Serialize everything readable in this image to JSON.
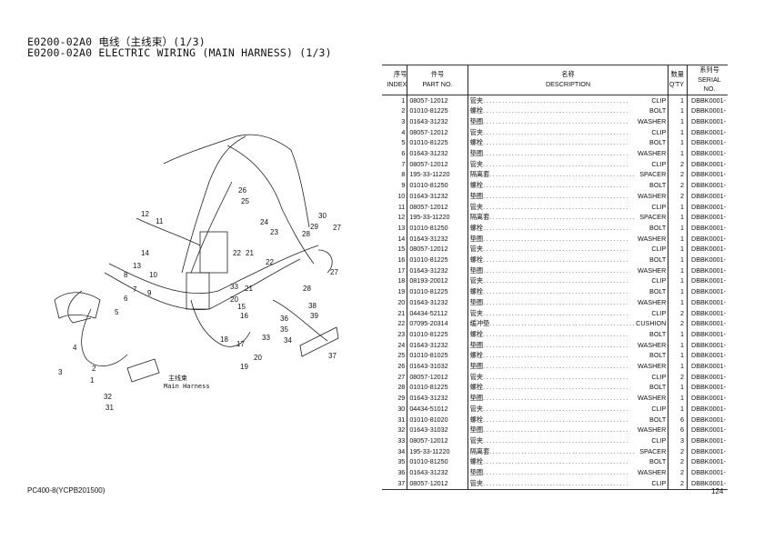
{
  "title_cn": "E0200-02A0 电线（主线束）(1/3)",
  "title_en": "E0200-02A0 ELECTRIC WIRING (MAIN HARNESS) (1/3)",
  "headers": {
    "index_cn": "序号",
    "index_en": "INDEX",
    "part_cn": "件号",
    "part_en": "PART NO.",
    "desc_cn": "名称",
    "desc_en": "DESCRIPTION",
    "qty_cn": "数量",
    "qty_en": "Q'TY",
    "serial_cn": "系列号",
    "serial_en": "SERIAL NO."
  },
  "rows": [
    [
      "1",
      "08057-12012",
      "管夹",
      "CLIP",
      "1",
      "DBBK0001-"
    ],
    [
      "2",
      "01010-81225",
      "螺栓",
      "BOLT",
      "1",
      "DBBK0001-"
    ],
    [
      "3",
      "01643-31232",
      "垫圈",
      "WASHER",
      "1",
      "DBBK0001-"
    ],
    [
      "4",
      "08057-12012",
      "管夹",
      "CLIP",
      "1",
      "DBBK0001-"
    ],
    [
      "5",
      "01010-81225",
      "螺栓",
      "BOLT",
      "1",
      "DBBK0001-"
    ],
    [
      "6",
      "01643-31232",
      "垫圈",
      "WASHER",
      "1",
      "DBBK0001-"
    ],
    [
      "7",
      "08057-12012",
      "管夹",
      "CLIP",
      "2",
      "DBBK0001-"
    ],
    [
      "8",
      "195-33-11220",
      "隔离套",
      "SPACER",
      "2",
      "DBBK0001-"
    ],
    [
      "9",
      "01010-81250",
      "螺栓",
      "BOLT",
      "2",
      "DBBK0001-"
    ],
    [
      "10",
      "01643-31232",
      "垫圈",
      "WASHER",
      "2",
      "DBBK0001-"
    ],
    [
      "11",
      "08057-12012",
      "管夹",
      "CLIP",
      "1",
      "DBBK0001-"
    ],
    [
      "12",
      "195-33-11220",
      "隔离套",
      "SPACER",
      "1",
      "DBBK0001-"
    ],
    [
      "13",
      "01010-81250",
      "螺栓",
      "BOLT",
      "1",
      "DBBK0001-"
    ],
    [
      "14",
      "01643-31232",
      "垫圈",
      "WASHER",
      "1",
      "DBBK0001-"
    ],
    [
      "15",
      "08057-12012",
      "管夹",
      "CLIP",
      "1",
      "DBBK0001-"
    ],
    [
      "16",
      "01010-81225",
      "螺栓",
      "BOLT",
      "1",
      "DBBK0001-"
    ],
    [
      "17",
      "01643-31232",
      "垫圈",
      "WASHER",
      "1",
      "DBBK0001-"
    ],
    [
      "18",
      "08193-20012",
      "管夹",
      "CLIP",
      "1",
      "DBBK0001-"
    ],
    [
      "19",
      "01010-81225",
      "螺栓",
      "BOLT",
      "1",
      "DBBK0001-"
    ],
    [
      "20",
      "01643-31232",
      "垫圈",
      "WASHER",
      "1",
      "DBBK0001-"
    ],
    [
      "21",
      "04434-52112",
      "管夹",
      "CLIP",
      "2",
      "DBBK0001-"
    ],
    [
      "22",
      "07095-20314",
      "缓冲垫",
      "CUSHION",
      "2",
      "DBBK0001-"
    ],
    [
      "23",
      "01010-81225",
      "螺栓",
      "BOLT",
      "1",
      "DBBK0001-"
    ],
    [
      "24",
      "01643-31232",
      "垫圈",
      "WASHER",
      "1",
      "DBBK0001-"
    ],
    [
      "25",
      "01010-81025",
      "螺栓",
      "BOLT",
      "1",
      "DBBK0001-"
    ],
    [
      "26",
      "01643-31032",
      "垫圈",
      "WASHER",
      "1",
      "DBBK0001-"
    ],
    [
      "27",
      "08057-12012",
      "管夹",
      "CLIP",
      "2",
      "DBBK0001-"
    ],
    [
      "28",
      "01010-81225",
      "螺栓",
      "BOLT",
      "1",
      "DBBK0001-"
    ],
    [
      "29",
      "01643-31232",
      "垫圈",
      "WASHER",
      "1",
      "DBBK0001-"
    ],
    [
      "30",
      "04434-51012",
      "管夹",
      "CLIP",
      "1",
      "DBBK0001-"
    ],
    [
      "31",
      "01010-81020",
      "螺栓",
      "BOLT",
      "6",
      "DBBK0001-"
    ],
    [
      "32",
      "01643-31032",
      "垫圈",
      "WASHER",
      "6",
      "DBBK0001-"
    ],
    [
      "33",
      "08057-12012",
      "管夹",
      "CLIP",
      "3",
      "DBBK0001-"
    ],
    [
      "34",
      "195-33-11220",
      "隔离套",
      "SPACER",
      "2",
      "DBBK0001-"
    ],
    [
      "35",
      "01010-81250",
      "螺栓",
      "BOLT",
      "2",
      "DBBK0001-"
    ],
    [
      "36",
      "01643-31232",
      "垫圈",
      "WASHER",
      "2",
      "DBBK0001-"
    ],
    [
      "37",
      "08057-12012",
      "管夹",
      "CLIP",
      "2",
      "DBBK0001-"
    ]
  ],
  "diagram": {
    "label_cn": "主线束",
    "label_en": "Main Harness",
    "callouts": [
      "26",
      "25",
      "12",
      "11",
      "24",
      "23",
      "30",
      "29",
      "27",
      "28",
      "22",
      "21",
      "22",
      "14",
      "13",
      "8",
      "10",
      "9",
      "7",
      "6",
      "27",
      "28",
      "38",
      "39",
      "5",
      "33",
      "21",
      "20",
      "15",
      "16",
      "36",
      "35",
      "34",
      "33",
      "17",
      "18",
      "19",
      "20",
      "37",
      "4",
      "3",
      "2",
      "1",
      "32",
      "31"
    ]
  },
  "footer": "PC400-8(YCPB201500)",
  "page_number": "124"
}
